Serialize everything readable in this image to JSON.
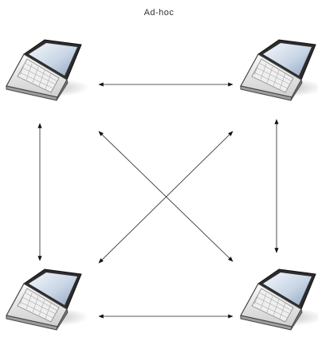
{
  "diagram": {
    "title": "Ad-hoc",
    "nodes": [
      {
        "id": "laptop-top-left",
        "icon": "laptop-icon"
      },
      {
        "id": "laptop-top-right",
        "icon": "laptop-icon"
      },
      {
        "id": "laptop-bottom-left",
        "icon": "laptop-icon"
      },
      {
        "id": "laptop-bottom-right",
        "icon": "laptop-icon"
      }
    ],
    "links": [
      {
        "from": "laptop-top-left",
        "to": "laptop-top-right",
        "arrows": "both"
      },
      {
        "from": "laptop-bottom-left",
        "to": "laptop-bottom-right",
        "arrows": "both"
      },
      {
        "from": "laptop-top-left",
        "to": "laptop-bottom-left",
        "arrows": "both"
      },
      {
        "from": "laptop-top-right",
        "to": "laptop-bottom-right",
        "arrows": "both"
      },
      {
        "from": "laptop-top-left",
        "to": "laptop-bottom-right",
        "arrows": "both"
      },
      {
        "from": "laptop-top-right",
        "to": "laptop-bottom-left",
        "arrows": "both"
      }
    ]
  }
}
